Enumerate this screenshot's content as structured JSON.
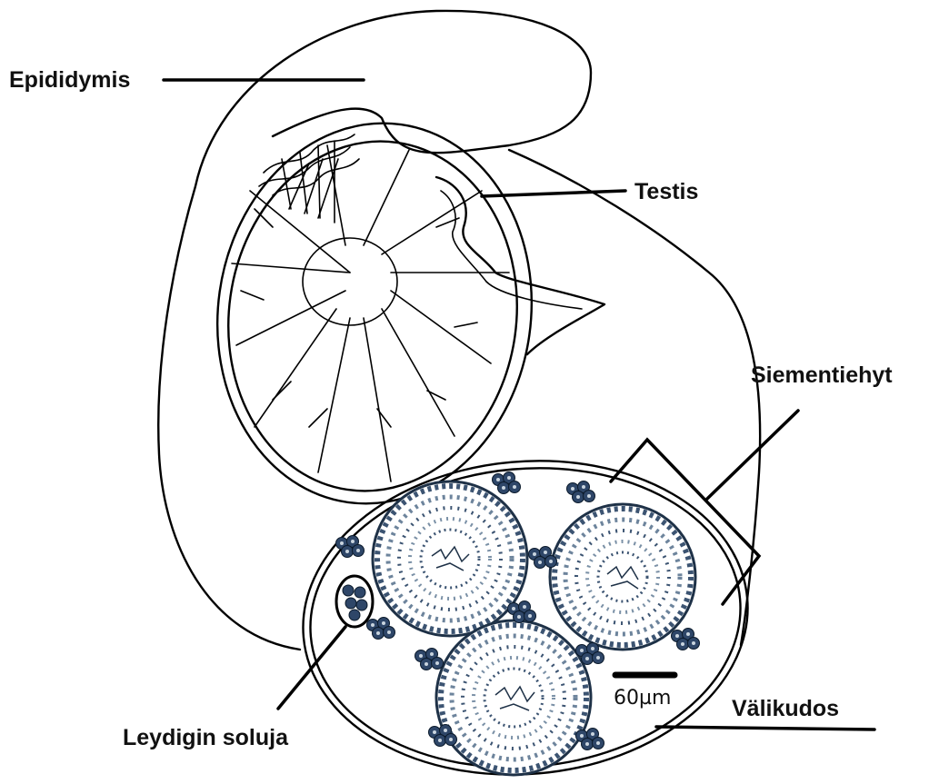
{
  "labels": {
    "epididymis": "Epididymis",
    "testis": "Testis",
    "siementiehyt": "Siementiehyt",
    "leydig": "Leydigin soluja",
    "valikudos": "Välikudos",
    "scale": "60µm"
  },
  "colors": {
    "outline": "#000000",
    "tubule_wall": "#2f4a66",
    "cell_fill": "#3c5472",
    "cell_light": "#c9d4de",
    "leydig_cell": "#2e4668"
  }
}
